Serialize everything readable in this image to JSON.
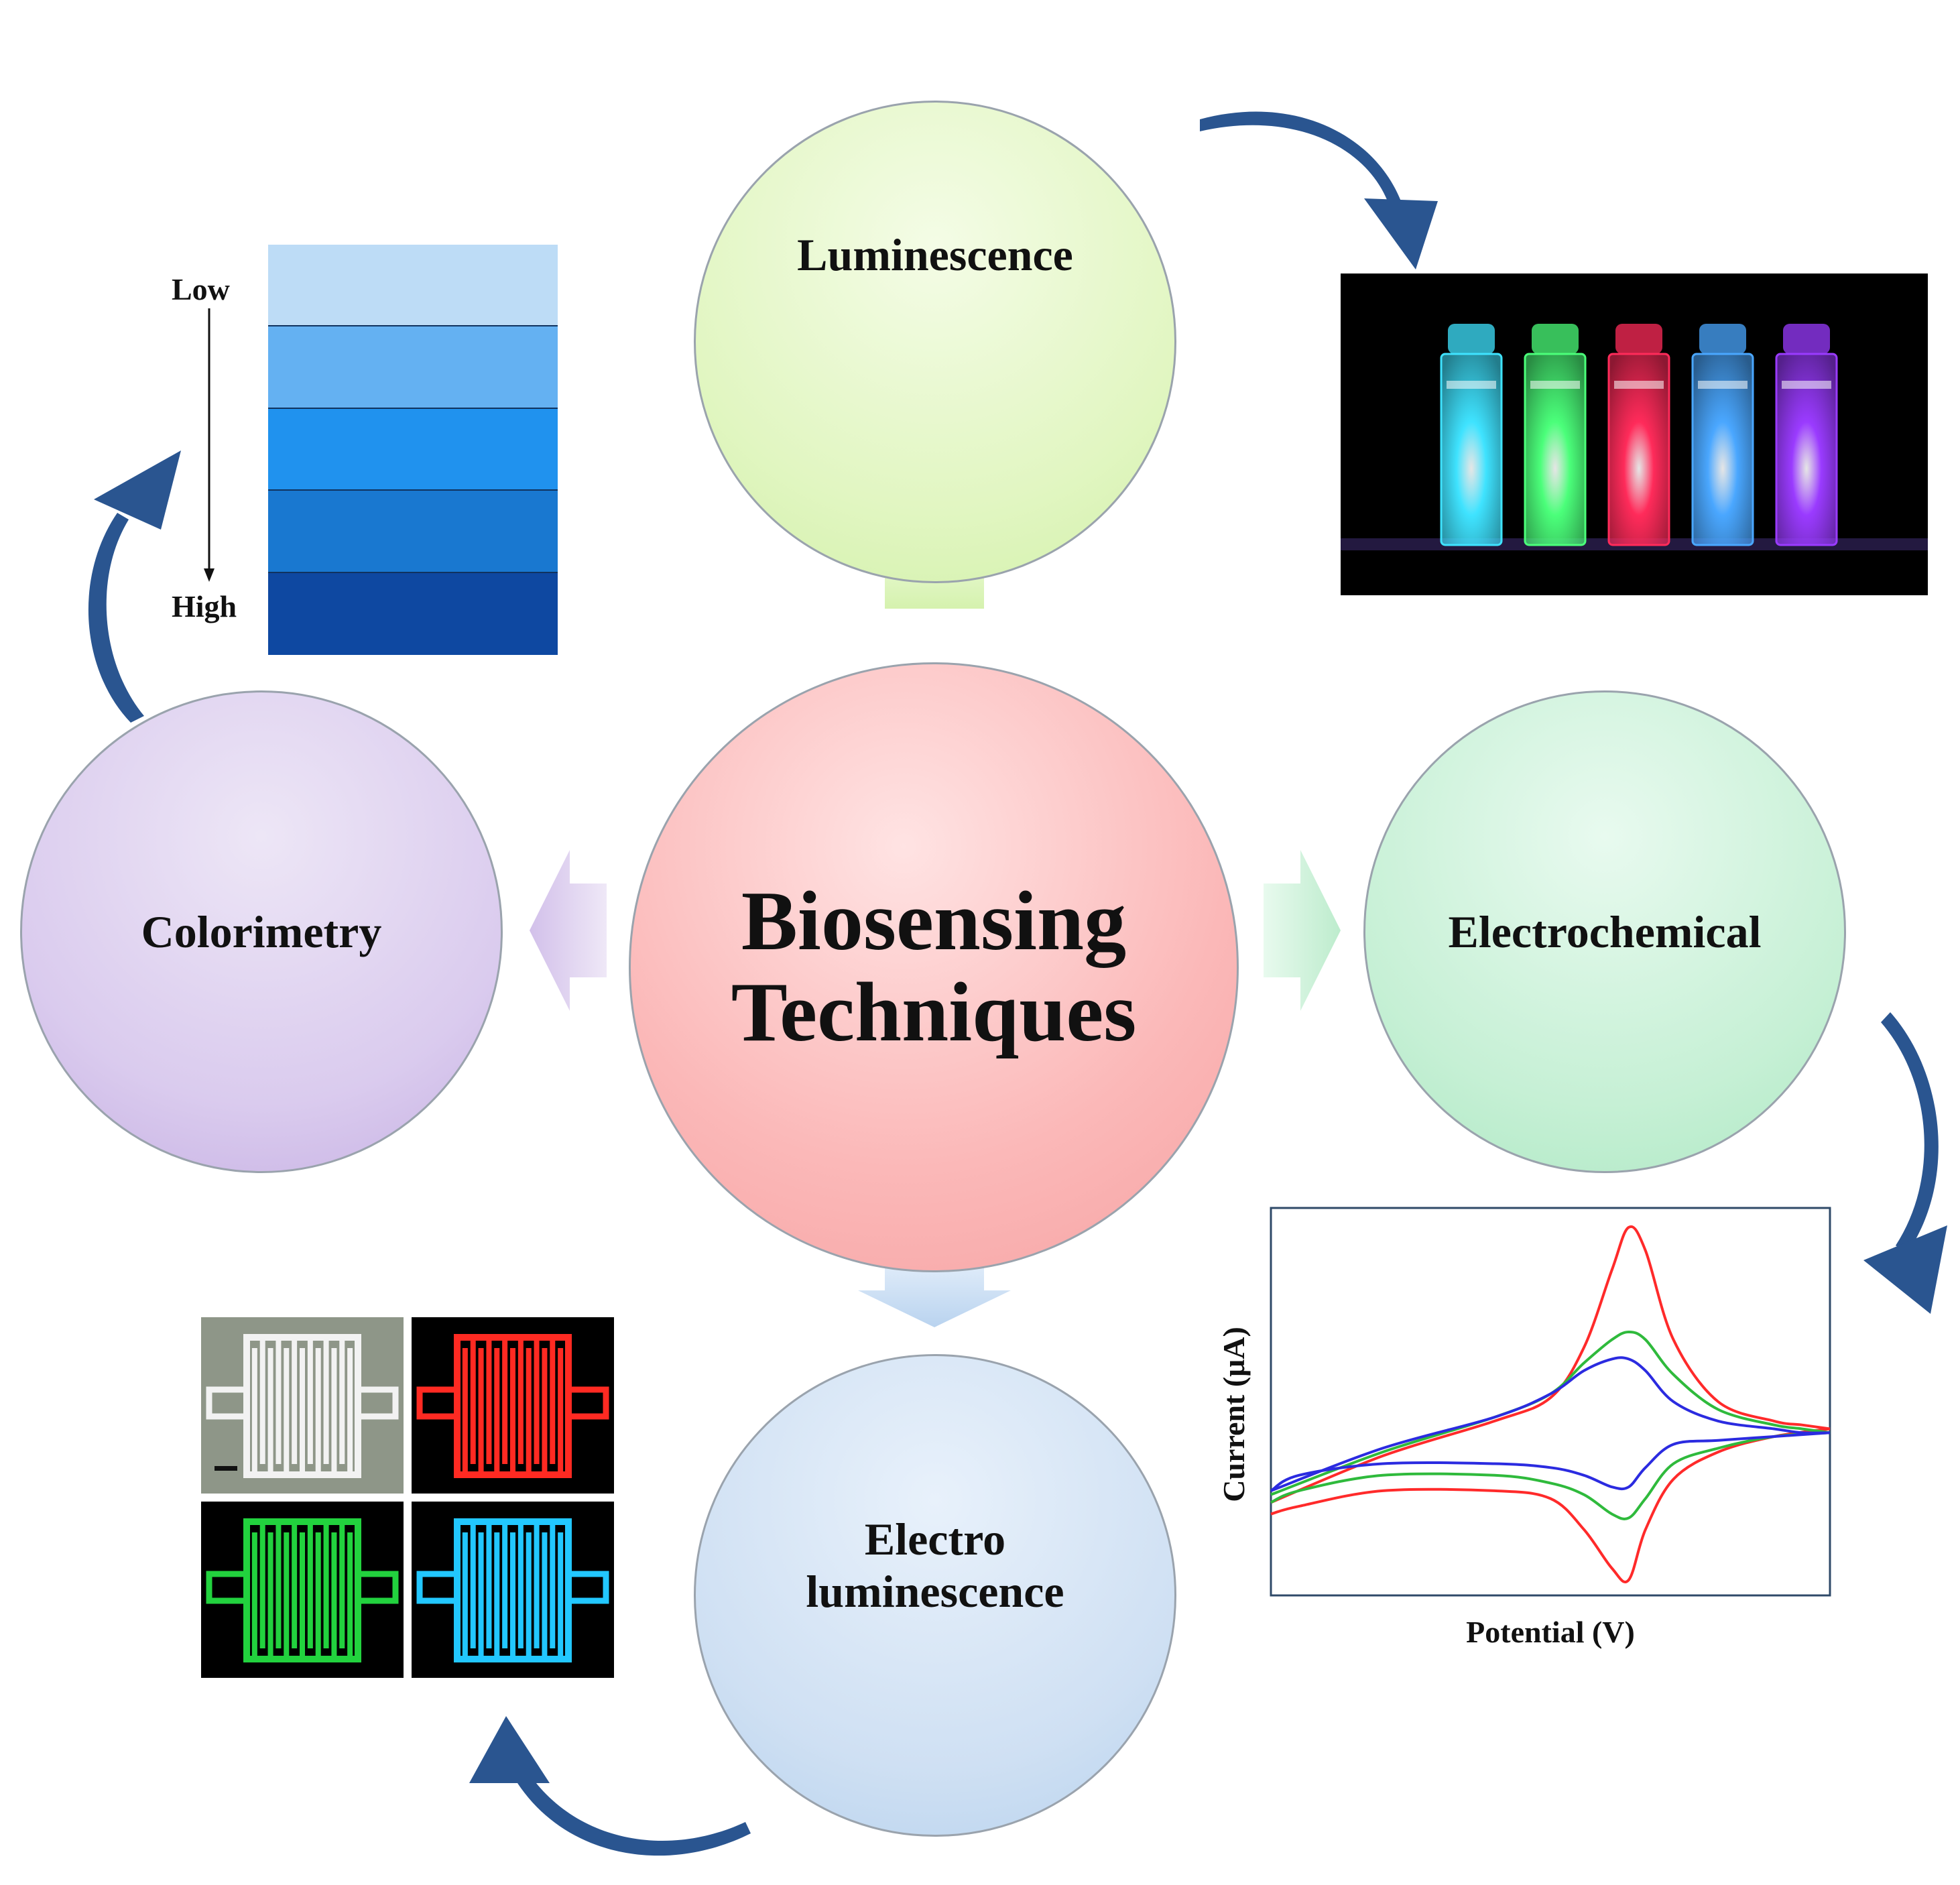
{
  "center": {
    "line1": "Biosensing",
    "line2": "Techniques"
  },
  "techniques": {
    "luminescence": "Luminescence",
    "colorimetry": "Colorimetry",
    "electrochemical": "Electrochemical",
    "electroluminescence_line1": "Electro",
    "electroluminescence_line2": "luminescence"
  },
  "colorimetry_scale": {
    "low_label": "Low",
    "high_label": "High",
    "swatches": [
      "#bddcf6",
      "#64b1f2",
      "#2092ee",
      "#1978d0",
      "#0e48a1"
    ]
  },
  "luminescence_vials": {
    "colors": [
      "#3fe3ff",
      "#4bff7a",
      "#ff2b5a",
      "#4aa7ff",
      "#9a3bff"
    ]
  },
  "electroluminescence_images": {
    "colors": [
      "#f2f2f2",
      "#ff2a22",
      "#22d23e",
      "#22c7ff"
    ]
  },
  "chart_data": {
    "type": "line",
    "xlabel": "Potential (V)",
    "ylabel": "Current (μA)",
    "xlim": [
      0,
      1
    ],
    "ylim": [
      0,
      1
    ],
    "series": [
      {
        "color": "#ff2a2a",
        "oxidation": {
          "x": [
            0,
            0.2,
            0.4,
            0.5,
            0.56,
            0.61,
            0.64,
            0.67,
            0.72,
            0.8,
            0.9,
            0.95,
            1.0
          ],
          "y": [
            0.24,
            0.36,
            0.45,
            0.51,
            0.64,
            0.84,
            0.95,
            0.89,
            0.66,
            0.5,
            0.45,
            0.44,
            0.43
          ]
        },
        "reduction": {
          "x": [
            1.0,
            0.9,
            0.8,
            0.72,
            0.67,
            0.64,
            0.61,
            0.56,
            0.5,
            0.4,
            0.2,
            0.05,
            0.0
          ],
          "y": [
            0.43,
            0.41,
            0.37,
            0.3,
            0.17,
            0.04,
            0.07,
            0.17,
            0.25,
            0.27,
            0.27,
            0.23,
            0.21
          ]
        }
      },
      {
        "color": "#2fba3c",
        "oxidation": {
          "x": [
            0,
            0.2,
            0.4,
            0.5,
            0.56,
            0.61,
            0.64,
            0.67,
            0.72,
            0.8,
            0.9,
            0.95,
            1.0
          ],
          "y": [
            0.26,
            0.37,
            0.46,
            0.52,
            0.6,
            0.66,
            0.68,
            0.66,
            0.57,
            0.48,
            0.44,
            0.43,
            0.42
          ]
        },
        "reduction": {
          "x": [
            1.0,
            0.9,
            0.8,
            0.72,
            0.67,
            0.64,
            0.61,
            0.56,
            0.5,
            0.4,
            0.2,
            0.05,
            0.0
          ],
          "y": [
            0.42,
            0.41,
            0.38,
            0.34,
            0.25,
            0.2,
            0.21,
            0.26,
            0.29,
            0.31,
            0.31,
            0.27,
            0.24
          ]
        }
      },
      {
        "color": "#2b2be0",
        "oxidation": {
          "x": [
            0,
            0.2,
            0.4,
            0.5,
            0.56,
            0.61,
            0.64,
            0.67,
            0.72,
            0.8,
            0.9,
            0.95,
            1.0
          ],
          "y": [
            0.27,
            0.38,
            0.46,
            0.52,
            0.58,
            0.61,
            0.61,
            0.58,
            0.5,
            0.45,
            0.43,
            0.42,
            0.42
          ]
        },
        "reduction": {
          "x": [
            1.0,
            0.9,
            0.8,
            0.72,
            0.67,
            0.64,
            0.61,
            0.56,
            0.5,
            0.4,
            0.2,
            0.05,
            0.0
          ],
          "y": [
            0.42,
            0.41,
            0.4,
            0.39,
            0.33,
            0.28,
            0.28,
            0.31,
            0.33,
            0.34,
            0.34,
            0.31,
            0.27
          ]
        }
      }
    ]
  },
  "colors": {
    "curved_arrow": "#2a5590",
    "arrow_up": "#e3f7c8",
    "arrow_left": "#e0d3ef",
    "arrow_right": "#cdf1da",
    "arrow_down": "#c9def3"
  }
}
